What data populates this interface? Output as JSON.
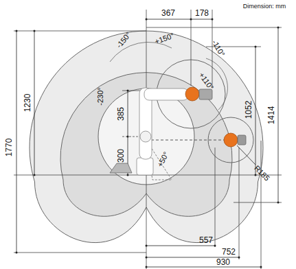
{
  "diagram": {
    "labels": [
      "Dimension: mm",
      "367",
      "178",
      "1230",
      "1770",
      "-150°",
      "+150°",
      "-110°",
      "+110°",
      "385",
      "-230°",
      "300",
      "1052",
      "1414",
      "+50°",
      "R185",
      "557",
      "752",
      "930"
    ]
  }
}
